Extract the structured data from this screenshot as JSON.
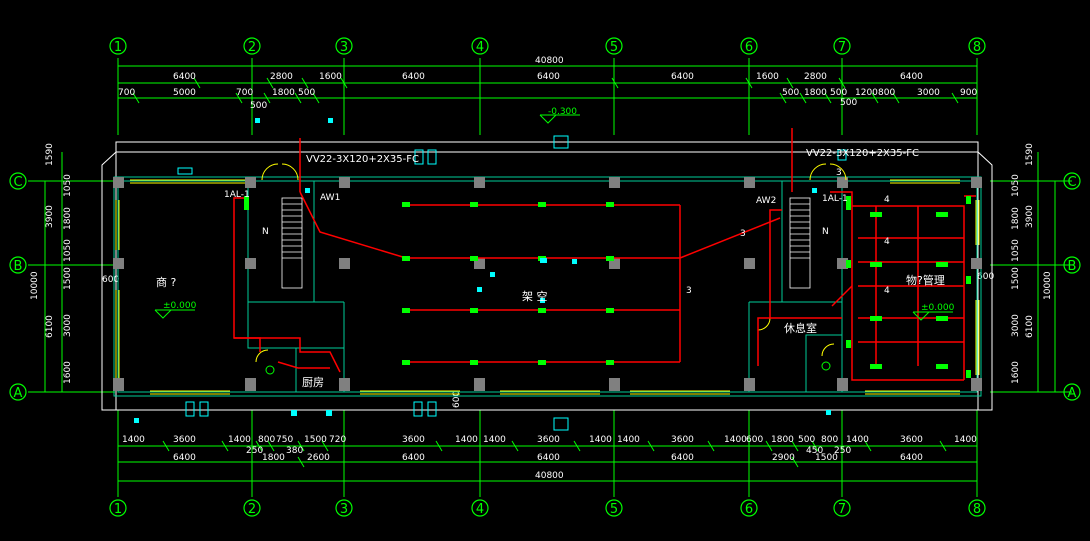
{
  "grid": {
    "columns": [
      "1",
      "2",
      "3",
      "4",
      "5",
      "6",
      "7",
      "8"
    ],
    "rows": [
      "C",
      "B",
      "A"
    ]
  },
  "dimensions": {
    "overall_top": "40800",
    "overall_bottom": "40800",
    "top_row1": [
      "6400",
      "2800",
      "1600",
      "6400",
      "6400",
      "6400",
      "1600",
      "2800",
      "6400"
    ],
    "top_row2": [
      "700",
      "5000",
      "700",
      "1800",
      "500",
      "500",
      "1800",
      "500",
      "1200",
      "800",
      "3000",
      "900"
    ],
    "top_extra": "500",
    "top_extra2": "500",
    "bottom_row1": [
      "1400",
      "3600",
      "1400",
      "800",
      "750",
      "1500",
      "720",
      "3600",
      "1400",
      "1400",
      "3600",
      "1400",
      "1400",
      "3600",
      "1400",
      "600",
      "1800",
      "500",
      "800",
      "1400",
      "3600",
      "1400"
    ],
    "bottom_row1b": [
      "250",
      "380",
      "450",
      "250"
    ],
    "bottom_row2": [
      "6400",
      "1800",
      "2600",
      "6400",
      "6400",
      "6400",
      "2900",
      "1500",
      "6400"
    ],
    "left_dims": [
      "1590",
      "1050",
      "3900",
      "1800",
      "1050",
      "10000",
      "1500",
      "3000",
      "6100",
      "1600"
    ],
    "right_dims": [
      "1590",
      "1050",
      "3900",
      "1800",
      "1050",
      "10000",
      "1500",
      "3000",
      "6100",
      "1600"
    ],
    "side_600_left": "600",
    "side_600_right": "600",
    "bottom_600": "600"
  },
  "labels": {
    "level_top": "-0.300",
    "level_left": "±0.000",
    "level_right": "±0.000",
    "cable_left": "VV22-3X120+2X35-FC",
    "cable_right": "VV22-3X120+2X35-FC",
    "panel_aw1": "AW1",
    "panel_aw2": "AW2",
    "panel_1al_left": "1AL-1",
    "panel_1al_right": "1AL-1",
    "room_shop": "商 ?",
    "room_rack": "架 空",
    "room_property": "物?管理",
    "room_rest": "休息室",
    "room_kitchen": "厨房",
    "circuit_3a": "3",
    "circuit_3b": "3",
    "circuit_3c": "3",
    "circuit_4a": "4",
    "circuit_4b": "4",
    "circuit_4c": "4",
    "stair_n_left": "N",
    "stair_n_right": "N"
  },
  "colors": {
    "background": "#000000",
    "dimension": "#00ff00",
    "wall": "#ffffff",
    "wiring": "#ff0000",
    "equipment": "#00ffff",
    "column": "#808080",
    "window": "#ffff00"
  }
}
